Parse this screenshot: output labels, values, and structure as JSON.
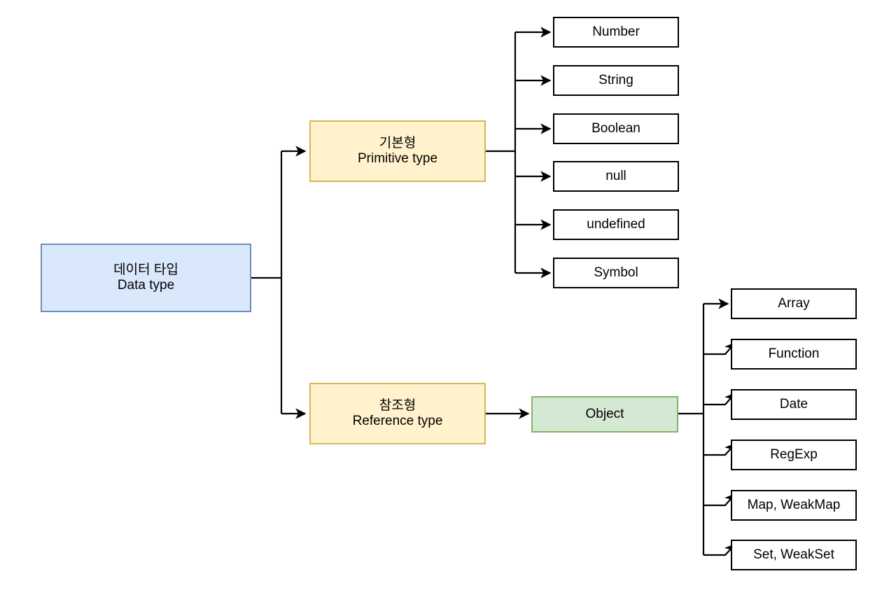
{
  "diagram": {
    "title_root": {
      "line1": "데이터 타입",
      "line2": "Data type",
      "fill": "#dae8fc",
      "stroke": "#6c8ebf"
    },
    "categories": [
      {
        "id": "primitive",
        "line1": "기본형",
        "line2": "Primitive type",
        "fill": "#fff2cc",
        "stroke": "#d6b656"
      },
      {
        "id": "reference",
        "line1": "참조형",
        "line2": "Reference type",
        "fill": "#fff2cc",
        "stroke": "#d6b656"
      }
    ],
    "object_node": {
      "label": "Object",
      "fill": "#d5e8d4",
      "stroke": "#82b366"
    },
    "primitive_types": [
      {
        "label": "Number"
      },
      {
        "label": "String"
      },
      {
        "label": "Boolean"
      },
      {
        "label": "null"
      },
      {
        "label": "undefined"
      },
      {
        "label": "Symbol"
      }
    ],
    "object_types": [
      {
        "label": "Array"
      },
      {
        "label": "Function"
      },
      {
        "label": "Date"
      },
      {
        "label": "RegExp"
      },
      {
        "label": "Map, WeakMap"
      },
      {
        "label": "Set, WeakSet"
      }
    ],
    "edge_color": "#000000",
    "leaf_fill": "#ffffff",
    "leaf_stroke": "#000000"
  }
}
